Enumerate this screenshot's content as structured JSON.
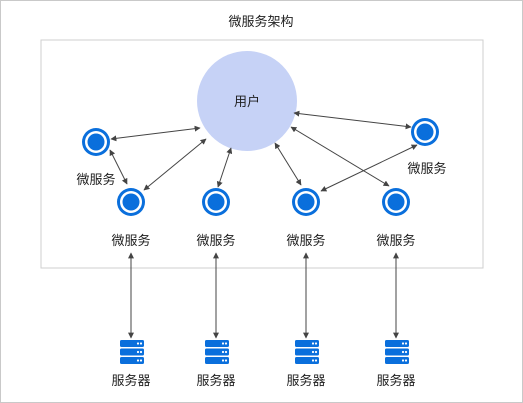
{
  "diagram": {
    "title": "微服务架构",
    "user": {
      "label": "用户"
    },
    "side_microservices": [
      {
        "label": "微服务"
      },
      {
        "label": "微服务"
      }
    ],
    "microservices": [
      {
        "label": "微服务"
      },
      {
        "label": "微服务"
      },
      {
        "label": "微服务"
      },
      {
        "label": "微服务"
      }
    ],
    "servers": [
      {
        "label": "服务器"
      },
      {
        "label": "服务器"
      },
      {
        "label": "服务器"
      },
      {
        "label": "服务器"
      }
    ],
    "colors": {
      "icon_blue": "#0a6fdc",
      "user_circle": "#c6d2f6",
      "frame_border": "#cfcfcf"
    },
    "icons": {
      "microservice": "microservice-swirl-icon",
      "server": "server-rack-icon"
    }
  }
}
